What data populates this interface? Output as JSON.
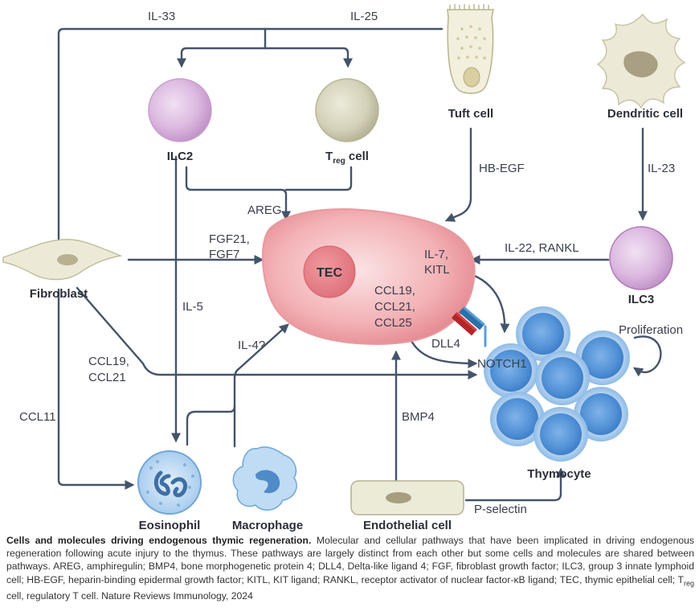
{
  "cells": {
    "ilc2": "ILC2",
    "treg_main": "T",
    "treg_sub": "reg",
    "treg_tail": " cell",
    "tuft": "Tuft cell",
    "dendritic": "Dendritic cell",
    "fibroblast": "Fibroblast",
    "tec": "TEC",
    "ilc3": "ILC3",
    "thymocyte": "Thymocyte",
    "eosinophil": "Eosinophil",
    "macrophage": "Macrophage",
    "endothelial": "Endothelial cell"
  },
  "molecules": {
    "il33": "IL-33",
    "il25": "IL-25",
    "hbegf": "HB-EGF",
    "il23": "IL-23",
    "areg": "AREG",
    "fgf21": "FGF21,",
    "fgf7": "FGF7",
    "il7": "IL-7,",
    "kitl": "KITL",
    "il22_rankl": "IL-22, RANKL",
    "ccl19_tec": "CCL19,",
    "ccl21_tec": "CCL21,",
    "ccl25_tec": "CCL25",
    "il5": "IL-5",
    "il4": "IL-4?",
    "dll4": "DLL4",
    "notch1": "NOTCH1",
    "proliferation": "Proliferation",
    "ccl19_fib": "CCL19,",
    "ccl21_fib": "CCL21",
    "ccl11": "CCL11",
    "bmp4": "BMP4",
    "pselectin": "P-selectin"
  },
  "caption": {
    "title": "Cells and molecules driving endogenous thymic regeneration.",
    "body": " Molecular and cellular pathways that have been implicated in driving endogenous regeneration following acute injury to the thymus. These pathways are largely distinct from each other but some cells and molecules are shared between pathways. AREG, amphiregulin; BMP4, bone morphogenetic protein 4; DLL4, Delta-like ligand 4; FGF, fibroblast growth factor; ILC3, group 3 innate lymphoid cell; HB-EGF, heparin-binding epidermal growth factor; KITL, KIT ligand; RANKL, receptor activator of nuclear factor-κB ligand; TEC, thymic epithelial cell; ",
    "treg_main": "T",
    "treg_sub": "reg",
    "tail": " cell, regulatory T cell. Nature Reviews Immunology, 2024"
  }
}
